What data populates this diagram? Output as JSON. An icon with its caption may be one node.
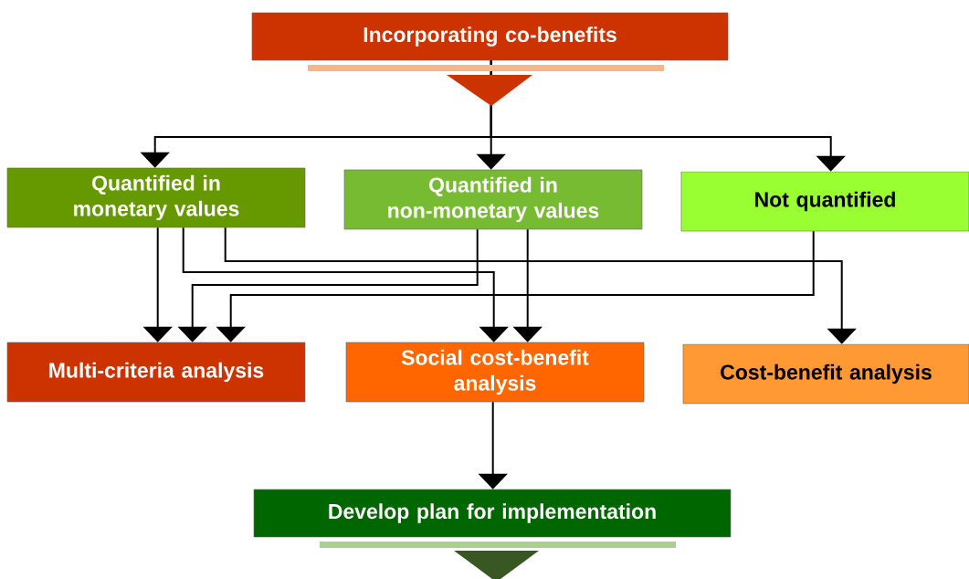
{
  "diagram": {
    "nodes": [
      {
        "text": [
          "Incorporating co-benefits"
        ]
      },
      {
        "text": [
          "Quantified in monetary values"
        ]
      },
      {
        "text": [
          "Quantified in non-monetary values"
        ]
      },
      {
        "text": [
          "Not quantified"
        ]
      },
      {
        "text": [
          "Multi-criteria analysis"
        ]
      },
      {
        "text": [
          "Social cost-benefit analysis"
        ]
      },
      {
        "text": [
          "Cost-benefit analysis"
        ]
      },
      {
        "text": [
          "Develop plan for implementation"
        ]
      }
    ],
    "edges": [
      {
        "from": 0,
        "to": 1,
        "arrow": "to"
      },
      {
        "from": 0,
        "to": 2,
        "arrow": "to"
      },
      {
        "from": 0,
        "to": 3,
        "arrow": "to"
      },
      {
        "from": 1,
        "to": 4,
        "arrow": "to"
      },
      {
        "from": 1,
        "to": 5,
        "arrow": "to"
      },
      {
        "from": 1,
        "to": 6,
        "arrow": "to"
      },
      {
        "from": 2,
        "to": 4,
        "arrow": "to"
      },
      {
        "from": 2,
        "to": 5,
        "arrow": "to"
      },
      {
        "from": 3,
        "to": 4,
        "arrow": "to"
      },
      {
        "from": 5,
        "to": 7,
        "arrow": "to"
      }
    ]
  }
}
